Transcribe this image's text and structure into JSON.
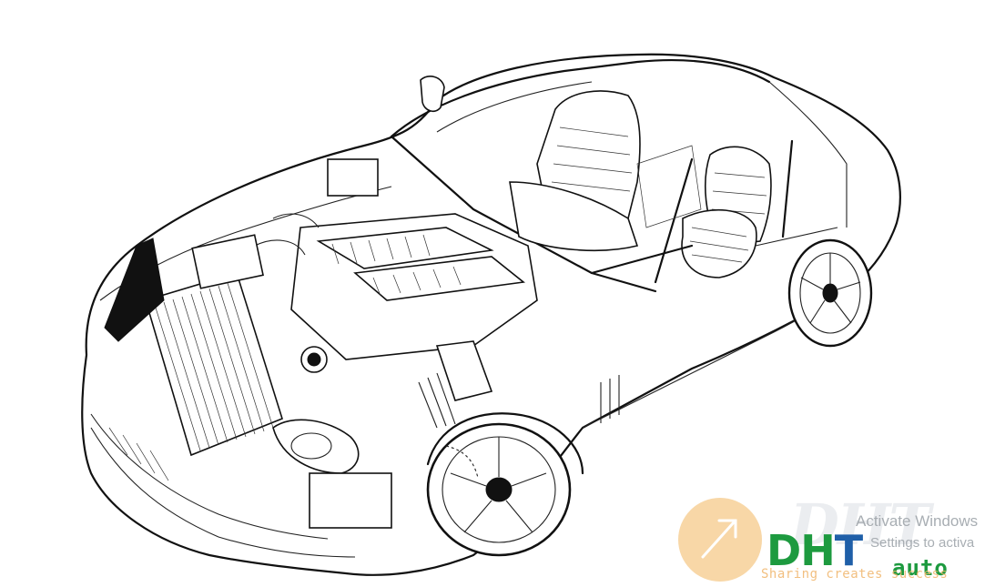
{
  "watermark": {
    "line1": "Activate Windows",
    "line2": "Settings to activa"
  },
  "logo": {
    "ghost": "DHT",
    "d": "D",
    "h": "H",
    "t": "T",
    "suffix": "auto",
    "slogan": "Sharing creates success"
  },
  "colors": {
    "logo_green": "#1d9a3f",
    "logo_blue": "#1f5fa8",
    "logo_orange": "#f5c98a"
  }
}
